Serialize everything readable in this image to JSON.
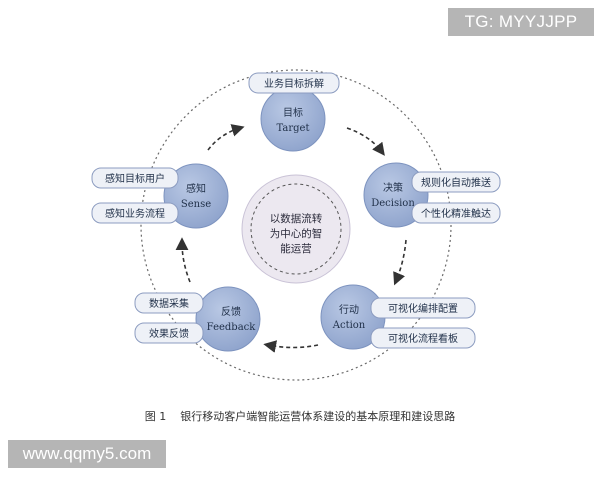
{
  "watermark_top": "TG: MYYJJPP",
  "watermark_bottom": "www.qqmy5.com",
  "caption": {
    "number": "图 1",
    "text": "银行移动客户端智能运营体系建设的基本原理和建设思路"
  },
  "center": {
    "lines": [
      "以数据流转",
      "为中心的智",
      "能运营"
    ]
  },
  "nodes": {
    "target": {
      "cn": "目标",
      "en": "Target"
    },
    "decision": {
      "cn": "决策",
      "en": "Decision"
    },
    "action": {
      "cn": "行动",
      "en": "Action"
    },
    "feedback": {
      "cn": "反馈",
      "en": "Feedback"
    },
    "sense": {
      "cn": "感知",
      "en": "Sense"
    }
  },
  "tags": {
    "target_1": "业务目标拆解",
    "decision_1": "规则化自动推送",
    "decision_2": "个性化精准触达",
    "action_1": "可视化编排配置",
    "action_2": "可视化流程看板",
    "feedback_1": "数据采集",
    "feedback_2": "效果反馈",
    "sense_1": "感知目标用户",
    "sense_2": "感知业务流程"
  },
  "colors": {
    "node_fill": "#9fb2d6",
    "node_stroke": "#7d93bf",
    "tag_fill": "#eef1f7",
    "tag_stroke": "#8c9cc0",
    "center_fill": "#e9e6ef",
    "ring": "#666666"
  }
}
